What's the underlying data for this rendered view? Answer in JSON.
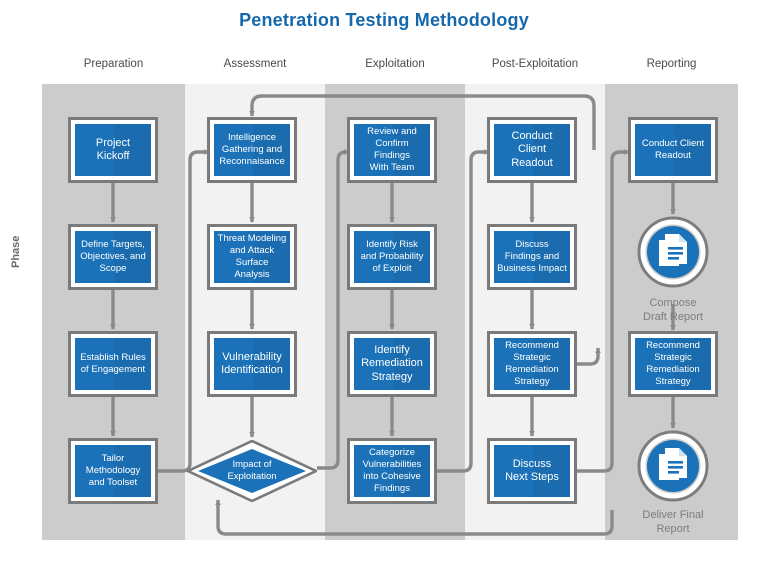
{
  "title": "Penetration Testing Methodology",
  "axis": {
    "phase_label": "Phase"
  },
  "colors": {
    "title": "#1668ad",
    "node_fill": "#1b72b8",
    "node_border": "#7a7a7a",
    "band_dark": "#cccccc",
    "band_light": "#f2f2f2",
    "connector": "#7d7d7d",
    "caption": "#7d7d7d"
  },
  "columns": [
    {
      "label": "Preparation",
      "shade": "dark"
    },
    {
      "label": "Assessment",
      "shade": "light"
    },
    {
      "label": "Exploitation",
      "shade": "dark"
    },
    {
      "label": "Post-Exploitation",
      "shade": "light"
    },
    {
      "label": "Reporting",
      "shade": "dark"
    }
  ],
  "nodes": {
    "c1r1": "Project\nKickoff",
    "c1r2": "Define Targets,\nObjectives, and\nScope",
    "c1r3": "Establish Rules\nof Engagement",
    "c1r4": "Tailor\nMethodology\nand Toolset",
    "c2r1": "Intelligence\nGathering and\nReconnaisance",
    "c2r2": "Threat Modeling\nand Attack\nSurface Analysis",
    "c2r3": "Vulnerability\nIdentification",
    "c2r4": "Impact of\nExploitation",
    "c3r1": "Review and\nConfirm Findings\nWith Team",
    "c3r2": "Identify Risk\nand Probability\nof Exploit",
    "c3r3": "Identify\nRemediation\nStrategy",
    "c3r4": "Categorize\nVulnerabilities\ninto Cohesive\nFindings",
    "c4r1": "Conduct Client\nReadout",
    "c4r2": "Discuss\nFindings and\nBusiness Impact",
    "c4r3": "Recommend\nStrategic\nRemediation\nStrategy",
    "c4r4": "Discuss\nNext Steps",
    "c5r1": "Conduct Client\nReadout",
    "c5r3": "Recommend\nStrategic\nRemediation\nStrategy"
  },
  "icons": {
    "compose": {
      "glyph": "document-icon",
      "caption": "Compose\nDraft Report"
    },
    "deliver": {
      "glyph": "document-icon",
      "caption": "Deliver Final\nReport"
    }
  }
}
